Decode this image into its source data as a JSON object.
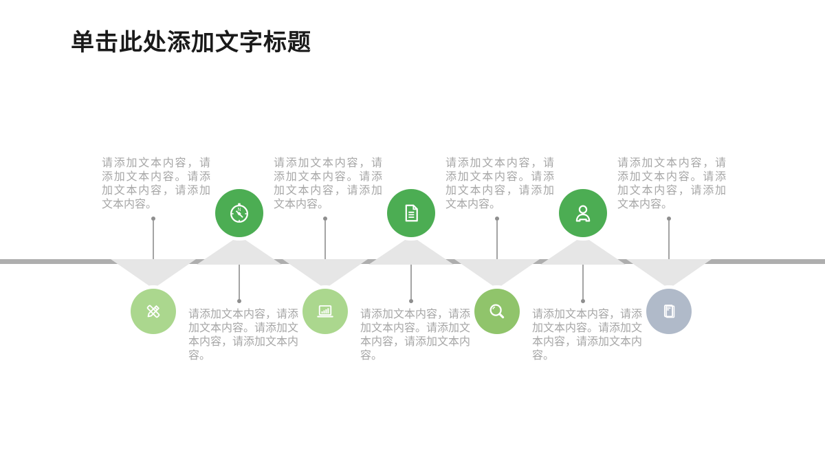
{
  "slide": {
    "title": "单击此处添加文字标题"
  },
  "colors": {
    "title_text": "#1a1a1a",
    "body_text": "#a6a6a6",
    "timeline_bar": "#aeaeae",
    "triangle_fill": "#e6e6e6",
    "connector_line": "#a3a3a3",
    "top_circle_green": "#4cad53",
    "light_green": "#abd78e",
    "mid_green": "#90c46b",
    "blue_gray": "#b0bac9"
  },
  "timeline": {
    "nodes": [
      {
        "index": "1",
        "side": "bottom",
        "icon": "pencil-ruler-icon",
        "color": "#abd78e",
        "text": "请添加文本内容，请添加文本内容。请添加文本内容，请添加文本内容。"
      },
      {
        "index": "2",
        "side": "top",
        "icon": "compass-icon",
        "color": "#4cad53",
        "text": "请添加文本内容，请添加文本内容。请添加文本内容，请添加文本内容。"
      },
      {
        "index": "3",
        "side": "bottom",
        "icon": "laptop-chart-icon",
        "color": "#abd78e",
        "text": "请添加文本内容，请添加文本内容。请添加文本内容，请添加文本内容。"
      },
      {
        "index": "4",
        "side": "top",
        "icon": "document-icon",
        "color": "#4cad53",
        "text": "请添加文本内容，请添加文本内容。请添加文本内容，请添加文本内容。"
      },
      {
        "index": "5",
        "side": "bottom",
        "icon": "magnifier-icon",
        "color": "#90c46b",
        "text": "请添加文本内容，请添加文本内容。请添加文本内容，请添加文本内容。"
      },
      {
        "index": "6",
        "side": "top",
        "icon": "user-icon",
        "color": "#4cad53",
        "text": "请添加文本内容，请添加文本内容。请添加文本内容，请添加文本内容。"
      },
      {
        "index": "7",
        "side": "bottom",
        "icon": "book-icon",
        "color": "#b0bac9",
        "text": "请添加文本内容，请添加文本内容。请添加文本内容，请添加文本内容。"
      }
    ]
  }
}
